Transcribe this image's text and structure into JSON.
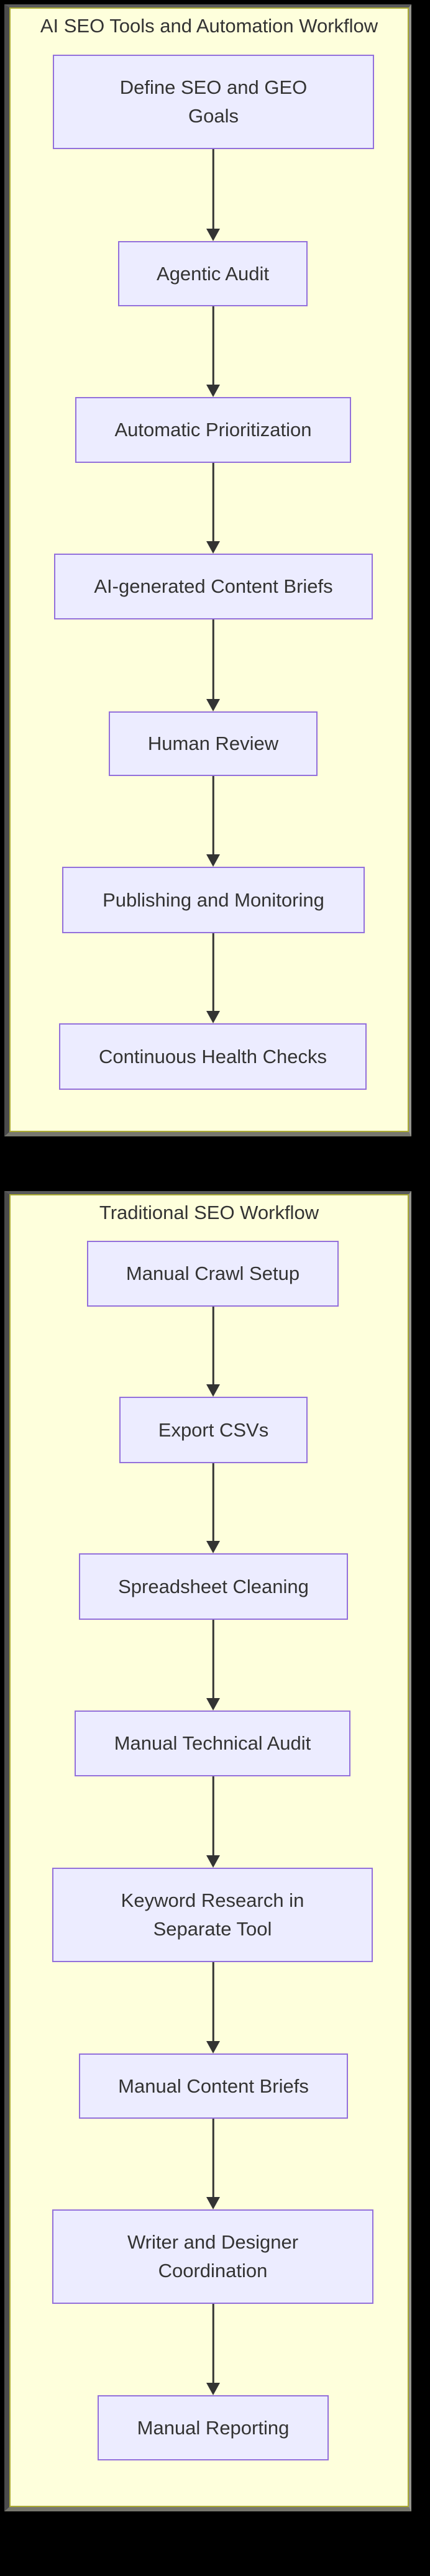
{
  "diagram": {
    "panels": [
      {
        "title": "AI SEO Tools and Automation Workflow",
        "nodes": [
          {
            "label": "Define SEO and GEO Goals",
            "lines": [
              "Define SEO and GEO",
              "Goals"
            ]
          },
          {
            "label": "Agentic Audit",
            "lines": [
              "Agentic Audit"
            ]
          },
          {
            "label": "Automatic Prioritization",
            "lines": [
              "Automatic Prioritization"
            ]
          },
          {
            "label": "AI-generated Content Briefs",
            "lines": [
              "AI-generated Content Briefs"
            ]
          },
          {
            "label": "Human Review",
            "lines": [
              "Human Review"
            ]
          },
          {
            "label": "Publishing and Monitoring",
            "lines": [
              "Publishing and Monitoring"
            ]
          },
          {
            "label": "Continuous Health Checks",
            "lines": [
              "Continuous Health Checks"
            ]
          }
        ],
        "edges": [
          [
            0,
            1
          ],
          [
            1,
            2
          ],
          [
            2,
            3
          ],
          [
            3,
            4
          ],
          [
            4,
            5
          ],
          [
            5,
            6
          ]
        ]
      },
      {
        "title": "Traditional SEO Workflow",
        "nodes": [
          {
            "label": "Manual Crawl Setup",
            "lines": [
              "Manual Crawl Setup"
            ]
          },
          {
            "label": "Export CSVs",
            "lines": [
              "Export CSVs"
            ]
          },
          {
            "label": "Spreadsheet Cleaning",
            "lines": [
              "Spreadsheet Cleaning"
            ]
          },
          {
            "label": "Manual Technical Audit",
            "lines": [
              "Manual Technical Audit"
            ]
          },
          {
            "label": "Keyword Research in Separate Tool",
            "lines": [
              "Keyword Research in",
              "Separate Tool"
            ]
          },
          {
            "label": "Manual Content Briefs",
            "lines": [
              "Manual Content Briefs"
            ]
          },
          {
            "label": "Writer and Designer Coordination",
            "lines": [
              "Writer and Designer",
              "Coordination"
            ]
          },
          {
            "label": "Manual Reporting",
            "lines": [
              "Manual Reporting"
            ]
          }
        ],
        "edges": [
          [
            0,
            1
          ],
          [
            1,
            2
          ],
          [
            2,
            3
          ],
          [
            3,
            4
          ],
          [
            4,
            5
          ],
          [
            5,
            6
          ],
          [
            6,
            7
          ]
        ]
      }
    ],
    "colors": {
      "page_background": "#000000",
      "panel_background": "#feffdc",
      "panel_border": "#aaaa33",
      "node_fill": "#ececff",
      "node_border": "#9370db",
      "edge_color": "#333333",
      "text_color": "#333333"
    }
  }
}
